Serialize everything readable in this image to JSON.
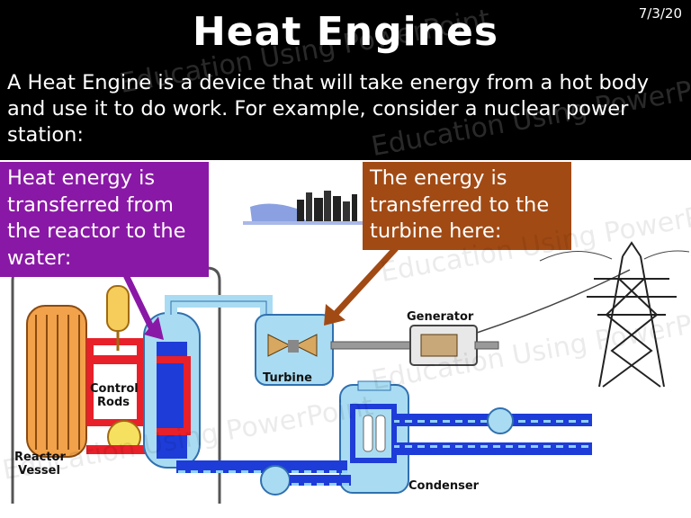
{
  "slide": {
    "date": "7/3/20",
    "title": "Heat Engines",
    "intro": "A Heat Engine is a device that will take energy from a hot body and use it to do work.  For example, consider a nuclear power station:"
  },
  "callouts": {
    "reactor_to_water": "Heat energy is transferred from the reactor to the water:",
    "to_turbine": "The energy is transferred to the turbine here:"
  },
  "diagram": {
    "labels": {
      "generator": "Generator",
      "turbine": "Turbine",
      "control_rods_line1": "Control",
      "control_rods_line2": "Rods",
      "reactor_line1": "Reactor",
      "reactor_line2": "Vessel",
      "condenser": "Condenser"
    }
  },
  "watermark": {
    "text": "Education Using PowerPoint"
  },
  "colors": {
    "background": "#000000",
    "diagram_background": "#ffffff",
    "callout_purple": "#8a18a6",
    "callout_brown": "#a24a14",
    "hot_water": "#e8202a",
    "cold_water": "#1e3cd8",
    "steam": "#a9dcf2"
  }
}
